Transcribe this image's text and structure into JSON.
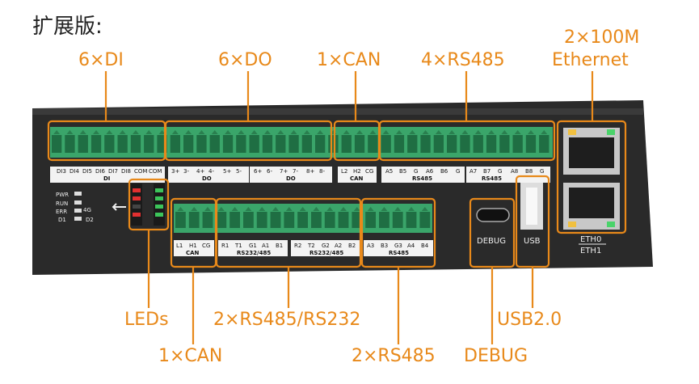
{
  "title": "扩展版:",
  "callouts": {
    "di": "6×DI",
    "do": "6×DO",
    "can_top": "1×CAN",
    "rs485_top": "4×RS485",
    "eth_line1": "2×100M",
    "eth_line2": "Ethernet",
    "leds": "LEDs",
    "rs485_232": "2×RS485/RS232",
    "usb": "USB2.0",
    "can_bottom": "1×CAN",
    "rs485_bottom": "2×RS485",
    "debug": "DEBUG"
  },
  "top_pins": {
    "di": [
      "DI3",
      "DI4",
      "DI5",
      "DI6",
      "DI7",
      "DI8",
      "COM",
      "COM"
    ],
    "di_group": "DI",
    "do1": [
      "3+",
      "3-",
      "4+",
      "4-",
      "5+",
      "5-"
    ],
    "do1_group": "DO",
    "do2": [
      "6+",
      "6-",
      "7+",
      "7-",
      "8+",
      "8-"
    ],
    "do2_group": "DO",
    "can": [
      "L2",
      "H2",
      "CG"
    ],
    "can_group": "CAN",
    "rs485a": [
      "A5",
      "B5",
      "G",
      "A6",
      "B6",
      "G"
    ],
    "rs485a_group": "RS485",
    "rs485b": [
      "A7",
      "B7",
      "G",
      "A8",
      "B8",
      "G"
    ],
    "rs485b_group": "RS485"
  },
  "bottom_pins": {
    "can": [
      "L1",
      "H1",
      "CG"
    ],
    "can_group": "CAN",
    "rs1": [
      "R1",
      "T1",
      "G1",
      "A1",
      "B1"
    ],
    "rs1_group": "RS232/485",
    "rs2": [
      "R2",
      "T2",
      "G2",
      "A2",
      "B2"
    ],
    "rs2_group": "RS232/485",
    "rs485": [
      "A3",
      "B3",
      "G3",
      "A4",
      "B4"
    ],
    "rs485_group": "RS485"
  },
  "led_labels": [
    "PWR",
    "RUN",
    "ERR",
    "D1"
  ],
  "led_mid": "4G",
  "led_d2": "D2",
  "ports": {
    "debug": "DEBUG",
    "usb": "USB",
    "eth0": "ETH0",
    "eth1": "ETH1"
  },
  "colors": {
    "accent": "#e8891a",
    "terminal": "#3aa56a",
    "panel": "#2b2b2b"
  }
}
